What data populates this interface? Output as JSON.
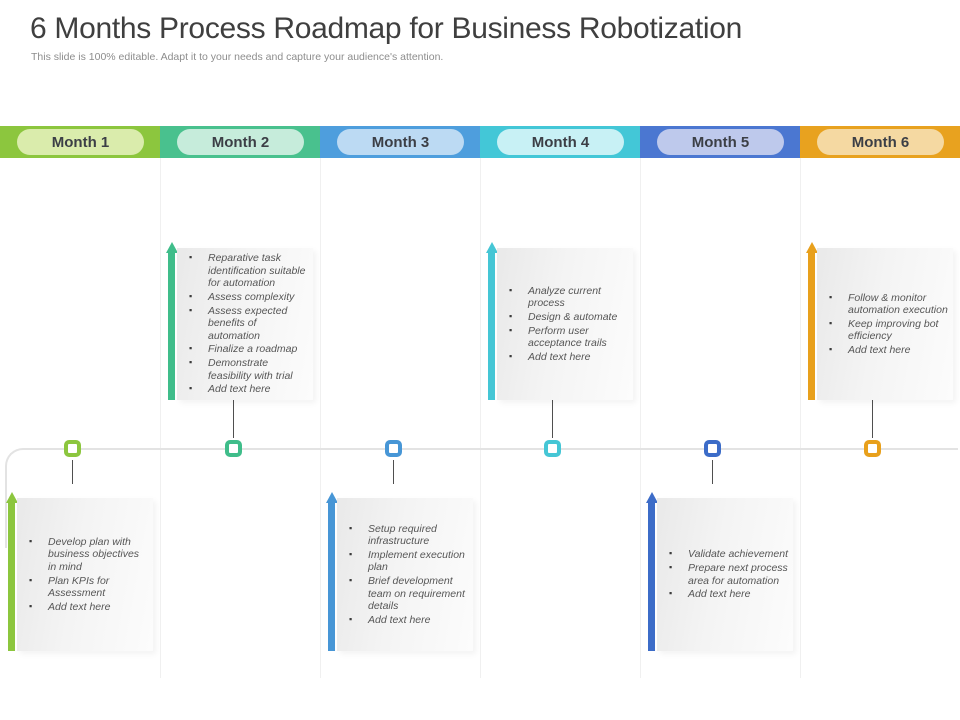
{
  "slide": {
    "title": "6 Months Process Roadmap for Business Robotization",
    "subtitle": "This slide is 100% editable. Adapt it to your needs and capture your audience's attention."
  },
  "months": [
    {
      "label": "Month 1",
      "position": "below",
      "band_color": "#8CC63E",
      "pill_color": "#DAECAC",
      "accent_color": "#8CC63E",
      "bullets": [
        "Develop plan with business objectives in mind",
        "Plan KPIs for Assessment",
        "Add text here"
      ]
    },
    {
      "label": "Month 2",
      "position": "above",
      "band_color": "#49C18E",
      "pill_color": "#C6ECDB",
      "accent_color": "#3FBD8A",
      "bullets": [
        "Reparative task identification suitable for automation",
        "Assess complexity",
        "Assess expected benefits of automation",
        "Finalize a roadmap",
        "Demonstrate feasibility with trial",
        "Add text here"
      ]
    },
    {
      "label": "Month 3",
      "position": "below",
      "band_color": "#4E9EDD",
      "pill_color": "#BCDAF3",
      "accent_color": "#4796D6",
      "bullets": [
        "Setup required infrastructure",
        "Implement execution plan",
        "Brief development team on requirement details",
        "Add text here"
      ]
    },
    {
      "label": "Month 4",
      "position": "above",
      "band_color": "#43C7D7",
      "pill_color": "#C8F1F5",
      "accent_color": "#45C6D5",
      "bullets": [
        "Analyze current process",
        "Design & automate",
        "Perform user acceptance trails",
        "Add text here"
      ]
    },
    {
      "label": "Month 5",
      "position": "below",
      "band_color": "#4B77D1",
      "pill_color": "#BEC9EC",
      "accent_color": "#3C6CC8",
      "bullets": [
        "Validate achievement",
        "Prepare next process area for automation",
        "Add text here"
      ]
    },
    {
      "label": "Month 6",
      "position": "above",
      "band_color": "#E8A21F",
      "pill_color": "#F5D9A2",
      "accent_color": "#E8A01C",
      "bullets": [
        "Follow & monitor automation execution",
        "Keep improving bot efficiency",
        "Add text here"
      ]
    }
  ]
}
